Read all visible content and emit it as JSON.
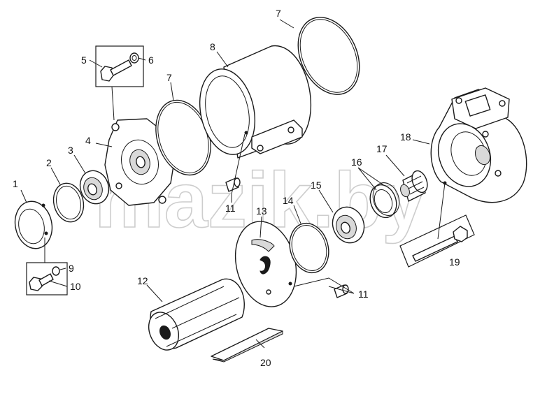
{
  "watermark": "mazik.by",
  "callouts": {
    "c1": "1",
    "c2": "2",
    "c3": "3",
    "c4": "4",
    "c5": "5",
    "c6": "6",
    "c7a": "7",
    "c7b": "7",
    "c8": "8",
    "c9": "9",
    "c10": "10",
    "c11a": "11",
    "c11b": "11",
    "c12": "12",
    "c13": "13",
    "c14": "14",
    "c15": "15",
    "c16": "16",
    "c17": "17",
    "c18": "18",
    "c19": "19",
    "c20": "20"
  }
}
